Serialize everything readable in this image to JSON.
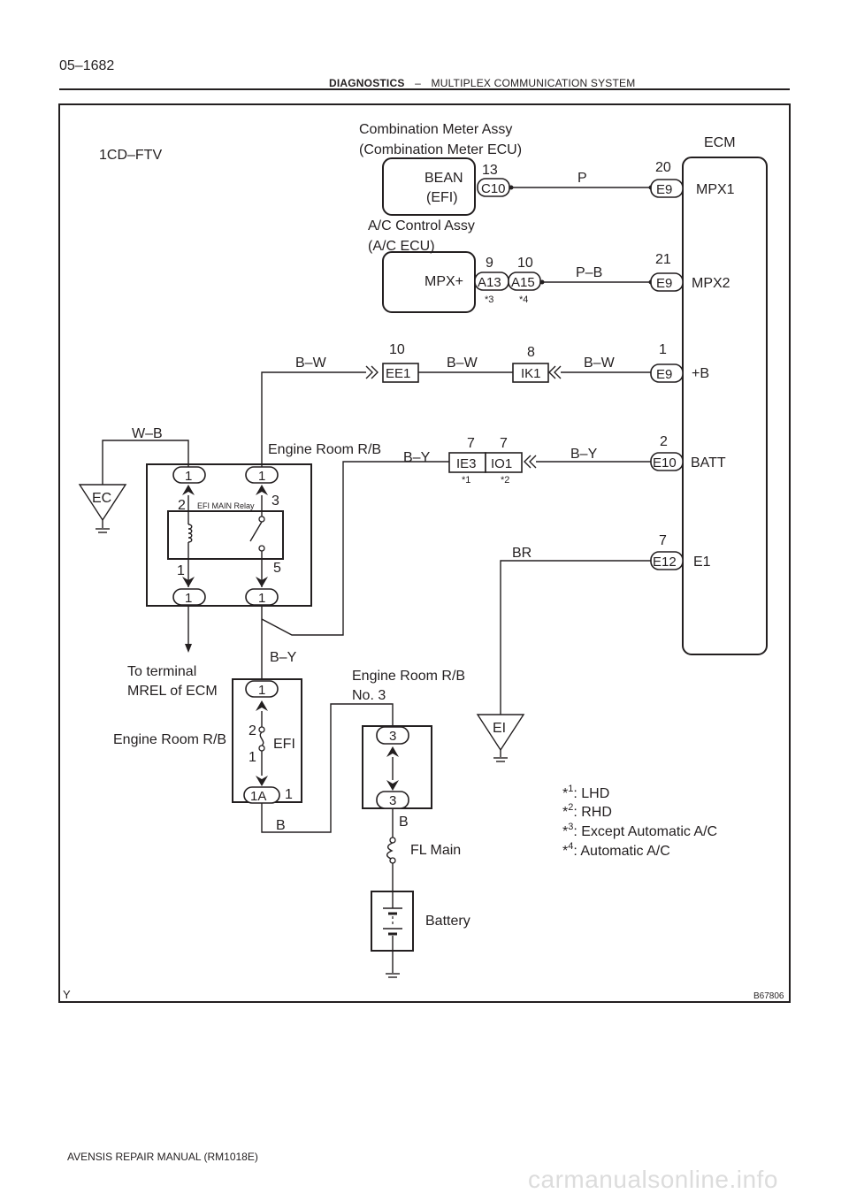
{
  "header": {
    "page": "05–1682",
    "section": "DIAGNOSTICS",
    "sep": "–",
    "subsection": "MULTIPLEX COMMUNICATION SYSTEM"
  },
  "footer": {
    "manual": "AVENSIS REPAIR MANUAL   (RM1018E)"
  },
  "watermark": "carmanualsonline.info",
  "diagram": {
    "figure_id": "B67806",
    "corner_letter": "Y",
    "engine_code": "1CD–FTV",
    "combination_meter": {
      "title_line1": "Combination Meter Assy",
      "title_line2": "(Combination Meter ECU)",
      "name": "BEAN",
      "sub": "(EFI)",
      "pin": "13",
      "connector": "C10"
    },
    "ac_control": {
      "title_line1": "A/C Control Assy",
      "title_line2": "(A/C ECU)",
      "name": "MPX+",
      "pin_a": "9",
      "pin_b": "10",
      "conn_a": "A13",
      "conn_b": "A15",
      "note_a": "*3",
      "note_b": "*4"
    },
    "ecm": {
      "title": "ECM",
      "pins": [
        {
          "num": "20",
          "conn": "E9",
          "label": "MPX1"
        },
        {
          "num": "21",
          "conn": "E9",
          "label": "MPX2"
        },
        {
          "num": "1",
          "conn": "E9",
          "label": "+B"
        },
        {
          "num": "2",
          "conn": "E10",
          "label": "BATT"
        },
        {
          "num": "7",
          "conn": "E12",
          "label": "E1"
        }
      ]
    },
    "wires": {
      "p": "P",
      "pb": "P–B",
      "bw": "B–W",
      "by": "B–Y",
      "wb": "W–B",
      "br": "BR",
      "b": "B"
    },
    "junctions": {
      "ee1_num": "10",
      "ee1": "EE1",
      "ik1_num": "8",
      "ik1": "IK1",
      "ie3_num": "7",
      "ie3": "IE3",
      "io1_num": "7",
      "io1": "IO1",
      "note1": "*1",
      "note2": "*2"
    },
    "relay": {
      "box_title": "Engine Room R/B",
      "name": "EFI MAIN Relay",
      "pin1": "1",
      "pin2": "2",
      "pin3": "3",
      "pin5": "5",
      "conn": "1"
    },
    "terminal_note_line1": "To terminal",
    "terminal_note_line2": "MREL of ECM",
    "efi_fuse": {
      "box_title": "Engine Room R/B",
      "name": "EFI",
      "conn_top": "1",
      "pin2": "2",
      "pin1": "1",
      "conn_bottom": "1A",
      "pin_out": "1"
    },
    "rb3": {
      "title_line1": "Engine Room R/B",
      "title_line2": "No. 3",
      "conn": "3"
    },
    "grounds": {
      "ec": "EC",
      "ei": "EI"
    },
    "fl_main": "FL Main",
    "battery": "Battery",
    "notes": [
      {
        "mark": "*",
        "sup": "1",
        "text": ": LHD"
      },
      {
        "mark": "*",
        "sup": "2",
        "text": ": RHD"
      },
      {
        "mark": "*",
        "sup": "3",
        "text": ": Except Automatic A/C"
      },
      {
        "mark": "*",
        "sup": "4",
        "text": ": Automatic A/C"
      }
    ]
  }
}
